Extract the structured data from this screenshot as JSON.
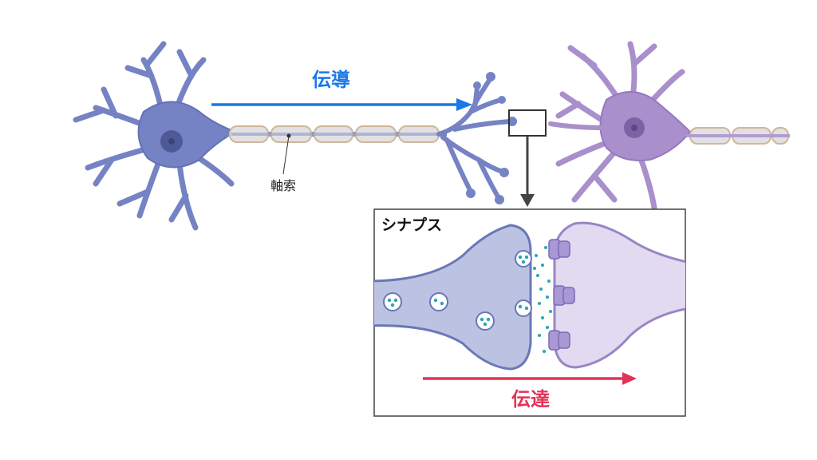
{
  "labels": {
    "conduction": "伝導",
    "axon": "軸索",
    "synapse": "シナプス",
    "transmission": "伝達"
  },
  "colors": {
    "neuron_blue_fill": "#7583c4",
    "neuron_blue_stroke": "#6371b5",
    "nucleus_blue": "#4e5a98",
    "neuron_purple_fill": "#a98fcb",
    "neuron_purple_stroke": "#9679bd",
    "nucleus_purple": "#7d62a6",
    "myelin_fill": "#e3e0e4",
    "myelin_stroke": "#cdb89a",
    "conduction_arrow": "#1a78e8",
    "transmission_arrow": "#e23356",
    "pre_terminal_fill": "#bcc2e2",
    "post_terminal_fill": "#e2daf0",
    "neurotransmitter": "#2aa6b7"
  },
  "icons": {
    "conduction_arrow": "right-arrow-icon",
    "transmission_arrow": "right-arrow-icon",
    "zoom_arrow": "down-arrow-icon"
  }
}
